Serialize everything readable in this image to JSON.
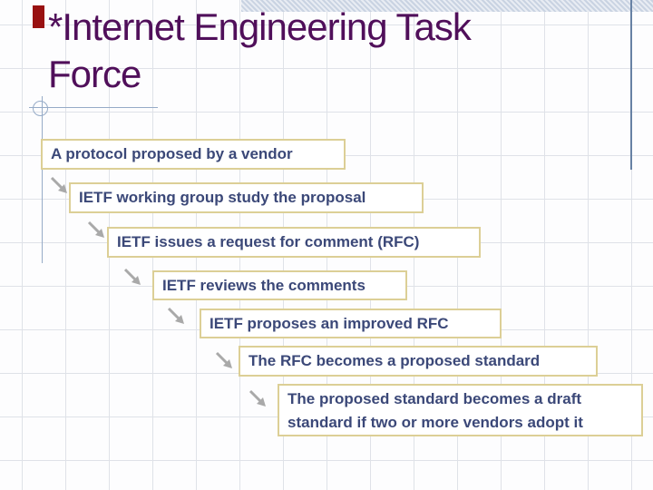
{
  "slide": {
    "title": "*Internet Engineering Task Force",
    "steps": [
      "A protocol proposed by a vendor",
      "IETF working group study the proposal",
      "IETF issues a request for comment (RFC)",
      "IETF reviews the comments",
      "IETF proposes an improved RFC",
      "The RFC becomes a proposed standard",
      "The proposed standard becomes a draft standard if two or more vendors adopt it"
    ],
    "colors": {
      "title_text": "#500f5a",
      "box_text": "#3b4878",
      "box_border": "#dccf96",
      "arrow_gray": "#a9a9a9",
      "accent_red": "#991111",
      "rule_blue": "#96abc7",
      "right_rule_blue": "#6781a4"
    }
  }
}
